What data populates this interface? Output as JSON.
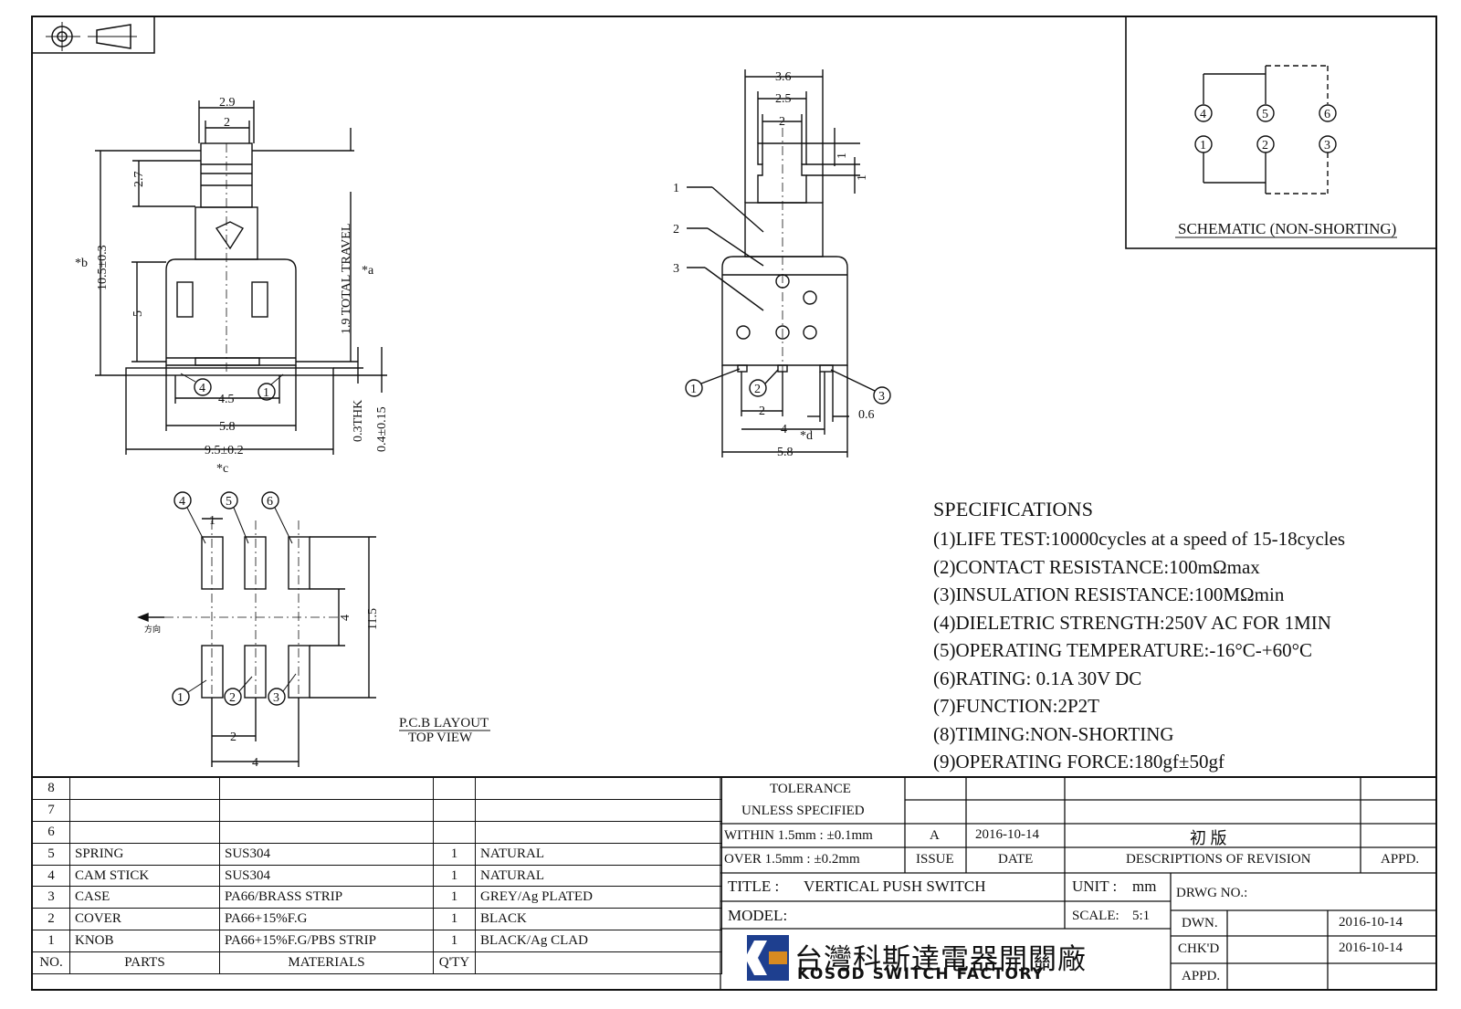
{
  "projection_symbol": "third-angle-projection-icon",
  "front_view": {
    "dim_top_outer": "2.9",
    "dim_top_inner": "2",
    "dim_stem": "2.7",
    "dim_height": "10.5±0.3",
    "dim_height_mark": "*b",
    "dim_body": "5",
    "travel": "1.9 TOTAL TRAVEL",
    "travel_mark": "*a",
    "dim_pin_span": "4.5",
    "dim_body_width": "5.8",
    "dim_total_width": "9.5±0.2",
    "dim_total_mark": "*c",
    "dim_thk": "0.3THK",
    "dim_pin_h": "0.4±0.15",
    "pin_left": "4",
    "pin_right": "1"
  },
  "side_view": {
    "dim_outer": "3.6",
    "dim_mid": "2.5",
    "dim_inner": "2",
    "dim_step_1": "1",
    "dim_step_2": "1",
    "callout_1": "1",
    "callout_2": "2",
    "callout_3": "3",
    "pin_1": "1",
    "pin_2": "2",
    "pin_3": "3",
    "dim_pitch": "2",
    "dim_pin_w": "0.6",
    "dim_span": "4",
    "dim_span_mark": "*d",
    "dim_width": "5.8"
  },
  "schematic": {
    "pins_top": [
      "4",
      "5",
      "6"
    ],
    "pins_bottom": [
      "1",
      "2",
      "3"
    ],
    "caption": "SCHEMATIC (NON-SHORTING)"
  },
  "pcb": {
    "pins_top": [
      "4",
      "5",
      "6"
    ],
    "pins_bottom": [
      "1",
      "2",
      "3"
    ],
    "dim_pad": "1",
    "dim_row_gap": "4",
    "dim_total": "11.5",
    "dim_pitch": "2",
    "dim_span": "4",
    "direction_label": "方向",
    "caption_1": "P.C.B LAYOUT",
    "caption_2": "TOP VIEW"
  },
  "specifications": {
    "title": "SPECIFICATIONS",
    "items": [
      "(1)LIFE TEST:10000cycles at a speed of 15-18cycles",
      "(2)CONTACT RESISTANCE:100mΩmax",
      "(3)INSULATION RESISTANCE:100MΩmin",
      "(4)DIELETRIC STRENGTH:250V AC FOR 1MIN",
      "(5)OPERATING TEMPERATURE:-16°C-+60°C",
      "(6)RATING: 0.1A 30V DC",
      "(7)FUNCTION:2P2T",
      "(8)TIMING:NON-SHORTING",
      "(9)OPERATING FORCE:180gf±50gf"
    ]
  },
  "bom": {
    "rows": [
      {
        "no": "8",
        "part": "",
        "material": "",
        "qty": "",
        "finish": ""
      },
      {
        "no": "7",
        "part": "",
        "material": "",
        "qty": "",
        "finish": ""
      },
      {
        "no": "6",
        "part": "",
        "material": "",
        "qty": "",
        "finish": ""
      },
      {
        "no": "5",
        "part": "SPRING",
        "material": "SUS304",
        "qty": "1",
        "finish": "NATURAL"
      },
      {
        "no": "4",
        "part": "CAM STICK",
        "material": "SUS304",
        "qty": "1",
        "finish": "NATURAL"
      },
      {
        "no": "3",
        "part": "CASE",
        "material": "PA66/BRASS STRIP",
        "qty": "1",
        "finish": "GREY/Ag PLATED"
      },
      {
        "no": "2",
        "part": "COVER",
        "material": "PA66+15%F.G",
        "qty": "1",
        "finish": "BLACK"
      },
      {
        "no": "1",
        "part": "KNOB",
        "material": "PA66+15%F.G/PBS STRIP",
        "qty": "1",
        "finish": "BLACK/Ag CLAD"
      }
    ],
    "header": {
      "no": "NO.",
      "part": "PARTS",
      "material": "MATERIALS",
      "qty": "Q'TY",
      "finish": ""
    }
  },
  "title_block": {
    "tolerance_1": "TOLERANCE",
    "tolerance_2": "UNLESS  SPECIFIED",
    "within": "WITHIN 1.5mm : ±0.1mm",
    "over": "OVER 1.5mm : ±0.2mm",
    "issue_value": "A",
    "date_value": "2016-10-14",
    "revision_desc": "初  版",
    "issue_label": "ISSUE",
    "date_label": "DATE",
    "desc_label": "DESCRIPTIONS OF REVISION",
    "appd_label": "APPD.",
    "title_label": "TITLE :",
    "title_value": "VERTICAL PUSH SWITCH",
    "unit_label": "UNIT :",
    "unit_value": "mm",
    "drwg_label": "DRWG NO.:",
    "model_label": "MODEL:",
    "scale_label": "SCALE:",
    "scale_value": "5:1",
    "dwn_label": "DWN.",
    "dwn_date": "2016-10-14",
    "chkd_label": "CHK'D",
    "chkd_date": "2016-10-14",
    "appd2_label": "APPD.",
    "company_cn": "台灣科斯達電器開關廠",
    "company_en": "KOSOD SWITCH FACTORY"
  }
}
